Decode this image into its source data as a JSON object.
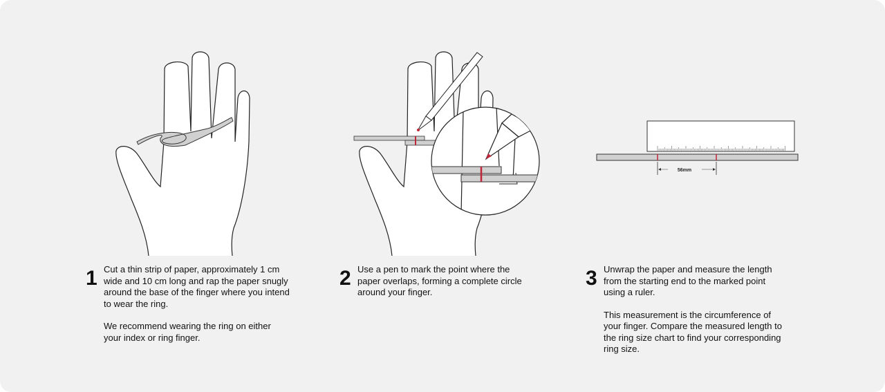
{
  "steps": [
    {
      "number": "1",
      "paragraphs": [
        "Cut a thin strip of paper, approximately 1 cm wide and 10 cm long  and rap the paper snugly around the base of the finger where you intend to wear the ring.",
        "We recommend wearing the ring on either your index or ring finger."
      ]
    },
    {
      "number": "2",
      "paragraphs": [
        "Use a pen to mark the point where the paper overlaps, forming a complete circle around your finger."
      ]
    },
    {
      "number": "3",
      "paragraphs": [
        "Unwrap the paper and measure the length from the starting end to the marked point using a ruler.",
        "This measurement is the circumference of your finger. Compare the measured length to the ring size chart to find your corresponding ring size."
      ]
    }
  ],
  "ruler": {
    "measurement_label": "56mm"
  },
  "colors": {
    "background": "#f1f1f1",
    "paper_strip": "#d0d0d0",
    "mark": "#c0263a"
  }
}
